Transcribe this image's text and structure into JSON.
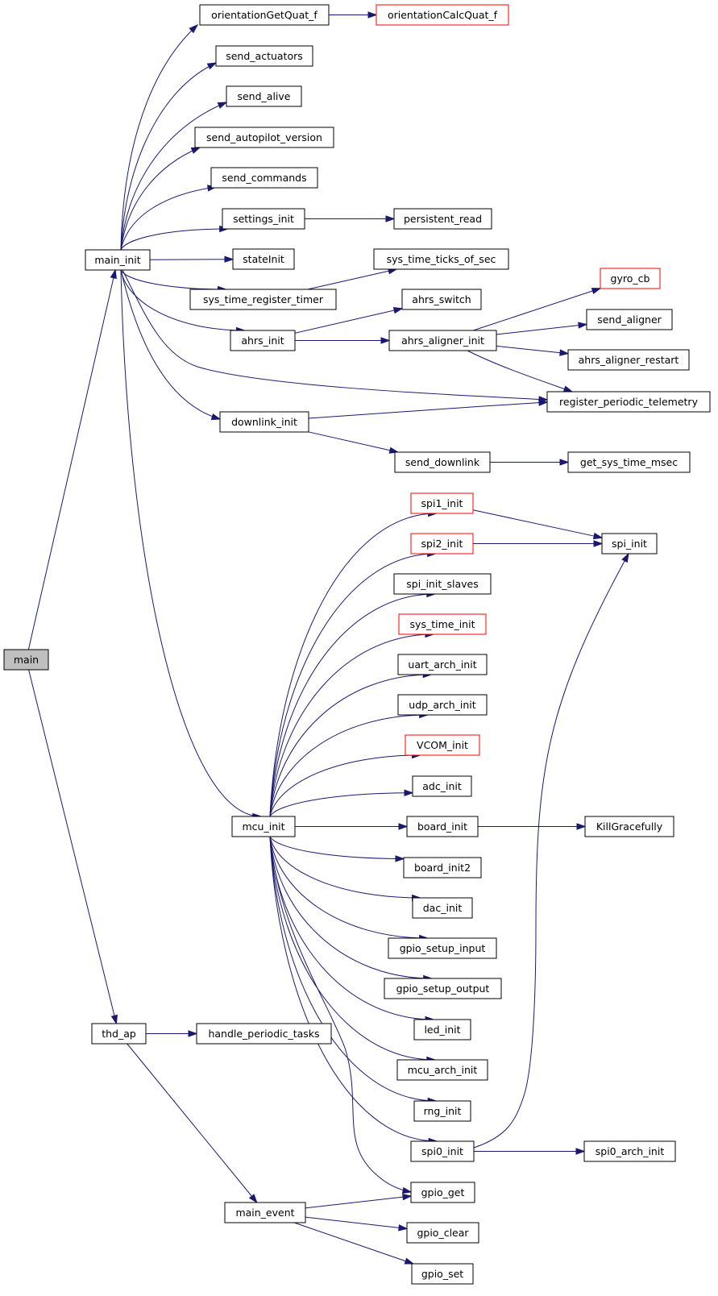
{
  "nodes": {
    "main": {
      "label": "main",
      "style": "root"
    },
    "main_init": {
      "label": "main_init",
      "style": "normal"
    },
    "thd_ap": {
      "label": "thd_ap",
      "style": "normal"
    },
    "orientationGetQuat_f": {
      "label": "orientationGetQuat_f",
      "style": "normal"
    },
    "orientationCalcQuat_f": {
      "label": "orientationCalcQuat_f",
      "style": "red"
    },
    "send_actuators": {
      "label": "send_actuators",
      "style": "normal"
    },
    "send_alive": {
      "label": "send_alive",
      "style": "normal"
    },
    "send_autopilot_version": {
      "label": "send_autopilot_version",
      "style": "normal"
    },
    "send_commands": {
      "label": "send_commands",
      "style": "normal"
    },
    "settings_init": {
      "label": "settings_init",
      "style": "normal"
    },
    "persistent_read": {
      "label": "persistent_read",
      "style": "normal"
    },
    "stateInit": {
      "label": "stateInit",
      "style": "normal"
    },
    "sys_time_ticks_of_sec": {
      "label": "sys_time_ticks_of_sec",
      "style": "normal"
    },
    "sys_time_register_timer": {
      "label": "sys_time_register_timer",
      "style": "normal"
    },
    "gyro_cb": {
      "label": "gyro_cb",
      "style": "red"
    },
    "ahrs_switch": {
      "label": "ahrs_switch",
      "style": "normal"
    },
    "send_aligner": {
      "label": "send_aligner",
      "style": "normal"
    },
    "ahrs_init": {
      "label": "ahrs_init",
      "style": "normal"
    },
    "ahrs_aligner_init": {
      "label": "ahrs_aligner_init",
      "style": "normal"
    },
    "ahrs_aligner_restart": {
      "label": "ahrs_aligner_restart",
      "style": "normal"
    },
    "register_periodic_telemetry": {
      "label": "register_periodic_telemetry",
      "style": "normal"
    },
    "downlink_init": {
      "label": "downlink_init",
      "style": "normal"
    },
    "send_downlink": {
      "label": "send_downlink",
      "style": "normal"
    },
    "get_sys_time_msec": {
      "label": "get_sys_time_msec",
      "style": "normal"
    },
    "spi1_init": {
      "label": "spi1_init",
      "style": "red"
    },
    "spi2_init": {
      "label": "spi2_init",
      "style": "red"
    },
    "spi_init": {
      "label": "spi_init",
      "style": "normal"
    },
    "spi_init_slaves": {
      "label": "spi_init_slaves",
      "style": "normal"
    },
    "sys_time_init": {
      "label": "sys_time_init",
      "style": "red"
    },
    "uart_arch_init": {
      "label": "uart_arch_init",
      "style": "normal"
    },
    "udp_arch_init": {
      "label": "udp_arch_init",
      "style": "normal"
    },
    "VCOM_init": {
      "label": "VCOM_init",
      "style": "red"
    },
    "adc_init": {
      "label": "adc_init",
      "style": "normal"
    },
    "mcu_init": {
      "label": "mcu_init",
      "style": "normal"
    },
    "board_init": {
      "label": "board_init",
      "style": "normal"
    },
    "KillGracefully": {
      "label": "KillGracefully",
      "style": "normal"
    },
    "board_init2": {
      "label": "board_init2",
      "style": "normal"
    },
    "dac_init": {
      "label": "dac_init",
      "style": "normal"
    },
    "gpio_setup_input": {
      "label": "gpio_setup_input",
      "style": "normal"
    },
    "gpio_setup_output": {
      "label": "gpio_setup_output",
      "style": "normal"
    },
    "led_init": {
      "label": "led_init",
      "style": "normal"
    },
    "mcu_arch_init": {
      "label": "mcu_arch_init",
      "style": "normal"
    },
    "rng_init": {
      "label": "rng_init",
      "style": "normal"
    },
    "spi0_init": {
      "label": "spi0_init",
      "style": "normal"
    },
    "spi0_arch_init": {
      "label": "spi0_arch_init",
      "style": "normal"
    },
    "handle_periodic_tasks": {
      "label": "handle_periodic_tasks",
      "style": "normal"
    },
    "gpio_get": {
      "label": "gpio_get",
      "style": "normal"
    },
    "main_event": {
      "label": "main_event",
      "style": "normal"
    },
    "gpio_clear": {
      "label": "gpio_clear",
      "style": "normal"
    },
    "gpio_set": {
      "label": "gpio_set",
      "style": "normal"
    }
  },
  "edges": [
    [
      "main",
      "main_init"
    ],
    [
      "main",
      "thd_ap"
    ],
    [
      "main_init",
      "orientationGetQuat_f"
    ],
    [
      "orientationGetQuat_f",
      "orientationCalcQuat_f"
    ],
    [
      "main_init",
      "send_actuators"
    ],
    [
      "main_init",
      "send_alive"
    ],
    [
      "main_init",
      "send_autopilot_version"
    ],
    [
      "main_init",
      "send_commands"
    ],
    [
      "main_init",
      "settings_init"
    ],
    [
      "settings_init",
      "persistent_read"
    ],
    [
      "main_init",
      "stateInit"
    ],
    [
      "main_init",
      "sys_time_register_timer"
    ],
    [
      "sys_time_register_timer",
      "sys_time_ticks_of_sec"
    ],
    [
      "main_init",
      "ahrs_init"
    ],
    [
      "ahrs_init",
      "ahrs_switch"
    ],
    [
      "ahrs_init",
      "ahrs_aligner_init"
    ],
    [
      "ahrs_aligner_init",
      "gyro_cb"
    ],
    [
      "ahrs_aligner_init",
      "send_aligner"
    ],
    [
      "ahrs_aligner_init",
      "ahrs_aligner_restart"
    ],
    [
      "ahrs_aligner_init",
      "register_periodic_telemetry"
    ],
    [
      "main_init",
      "register_periodic_telemetry"
    ],
    [
      "main_init",
      "downlink_init"
    ],
    [
      "downlink_init",
      "register_periodic_telemetry"
    ],
    [
      "downlink_init",
      "send_downlink"
    ],
    [
      "send_downlink",
      "get_sys_time_msec"
    ],
    [
      "main_init",
      "mcu_init"
    ],
    [
      "mcu_init",
      "spi1_init"
    ],
    [
      "spi1_init",
      "spi_init"
    ],
    [
      "mcu_init",
      "spi2_init"
    ],
    [
      "spi2_init",
      "spi_init"
    ],
    [
      "mcu_init",
      "spi_init_slaves"
    ],
    [
      "mcu_init",
      "sys_time_init"
    ],
    [
      "mcu_init",
      "uart_arch_init"
    ],
    [
      "mcu_init",
      "udp_arch_init"
    ],
    [
      "mcu_init",
      "VCOM_init"
    ],
    [
      "mcu_init",
      "adc_init"
    ],
    [
      "mcu_init",
      "board_init"
    ],
    [
      "board_init",
      "KillGracefully"
    ],
    [
      "mcu_init",
      "board_init2"
    ],
    [
      "mcu_init",
      "dac_init"
    ],
    [
      "mcu_init",
      "gpio_setup_input"
    ],
    [
      "mcu_init",
      "gpio_setup_output"
    ],
    [
      "mcu_init",
      "led_init"
    ],
    [
      "mcu_init",
      "mcu_arch_init"
    ],
    [
      "mcu_init",
      "rng_init"
    ],
    [
      "mcu_init",
      "spi0_init"
    ],
    [
      "spi0_init",
      "spi_init"
    ],
    [
      "spi0_init",
      "spi0_arch_init"
    ],
    [
      "mcu_init",
      "gpio_get"
    ],
    [
      "thd_ap",
      "handle_periodic_tasks"
    ],
    [
      "thd_ap",
      "main_event"
    ],
    [
      "main_event",
      "gpio_get"
    ],
    [
      "main_event",
      "gpio_clear"
    ],
    [
      "main_event",
      "gpio_set"
    ]
  ]
}
